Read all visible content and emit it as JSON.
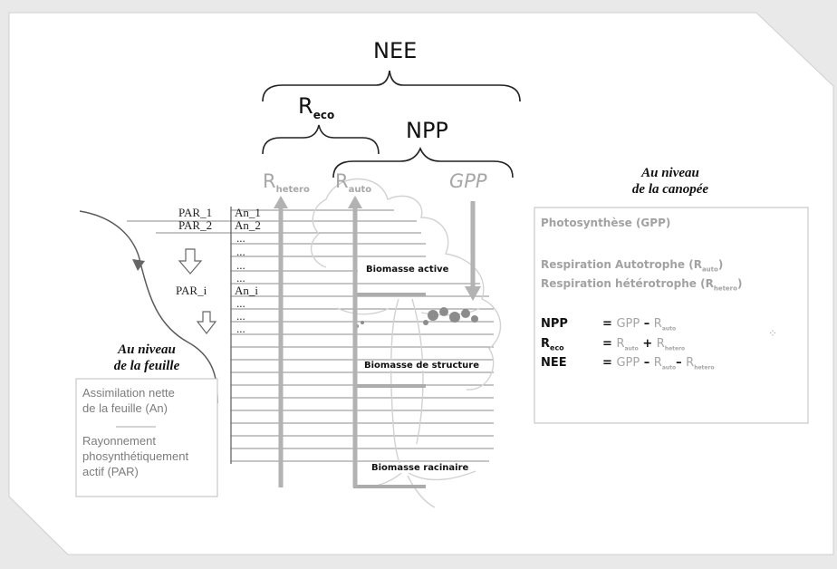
{
  "top": {
    "nee": "NEE",
    "reco_main": "R",
    "reco_sub": "eco",
    "npp": "NPP"
  },
  "fluxes": {
    "rhetero_main": "R",
    "rhetero_sub": "hetero",
    "rauto_main": "R",
    "rauto_sub": "auto",
    "gpp": "GPP"
  },
  "leaf_rows": {
    "par1": "PAR_1",
    "par2": "PAR_2",
    "pari": "PAR_i",
    "an1": "An_1",
    "an2": "An_2",
    "ani": "An_i",
    "dots": "..."
  },
  "leaf_level": {
    "header_line1": "Au niveau",
    "header_line2": "de la feuille",
    "assim_line1": "Assimilation nette",
    "assim_line2": "de la feuille (An)",
    "par_line1": "Rayonnement",
    "par_line2": "phosynthétiquement",
    "par_line3": "actif (PAR)"
  },
  "biomass": {
    "active": "Biomasse active",
    "structure": "Biomasse de structure",
    "root": "Biomasse racinaire"
  },
  "canopy": {
    "header_line1": "Au niveau",
    "header_line2": "de la canopée",
    "photo": "Photosynthèse (GPP)",
    "resp_auto": "Respiration Autotrophe (R",
    "resp_auto_sub": "auto",
    "resp_hetero": "Respiration hétérotrophe (R",
    "resp_hetero_sub": "hetero",
    "close": ")",
    "eq_npp_label": "NPP",
    "eq_reco_label": "R",
    "eq_reco_label_sub": "eco",
    "eq_nee_label": "NEE",
    "eq_sign": "=",
    "gpp": "GPP",
    "r": "R",
    "auto": "auto",
    "hetero": "hetero",
    "minus": "–",
    "plus": "+"
  },
  "colors": {
    "arrow": "#b2b2b2",
    "line": "#7d7d7d",
    "text": "#111111",
    "flux_text": "#a7a7a7"
  }
}
